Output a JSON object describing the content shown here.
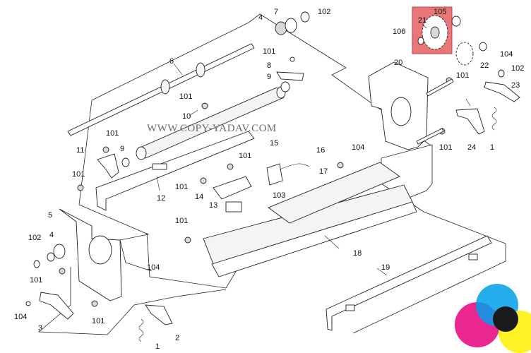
{
  "watermark": "WWW.COPY-YADAV.COM",
  "highlight_color": "#e34a4a",
  "callouts": {
    "c21": "21",
    "c105": "105",
    "c106": "106",
    "c104a": "104",
    "c22": "22",
    "c20": "20",
    "c101a": "101",
    "c102a": "102",
    "c23": "23",
    "c24": "24",
    "c1a": "1",
    "c101b": "101",
    "c104b": "104",
    "c4a": "4",
    "c7": "7",
    "c102b": "102",
    "c6": "6",
    "c101c": "101",
    "c8": "8",
    "c9a": "9",
    "c101d": "101",
    "c10": "10",
    "c101e": "101",
    "c11": "11",
    "c9b": "9",
    "c101f": "101",
    "c12": "12",
    "c15": "15",
    "c101g": "101",
    "c101h": "101",
    "c14": "14",
    "c13": "13",
    "c103": "103",
    "c16": "16",
    "c17": "17",
    "c5": "5",
    "c102c": "102",
    "c4b": "4",
    "c101i": "101",
    "c104c": "104",
    "c101j": "101",
    "c18": "18",
    "c19": "19",
    "c104d": "104",
    "c3": "3",
    "c101k": "101",
    "c2": "2",
    "c1b": "1"
  },
  "logo_colors": [
    "#e6007e",
    "#00a0e9",
    "#fff100",
    "#1a1a1a"
  ]
}
